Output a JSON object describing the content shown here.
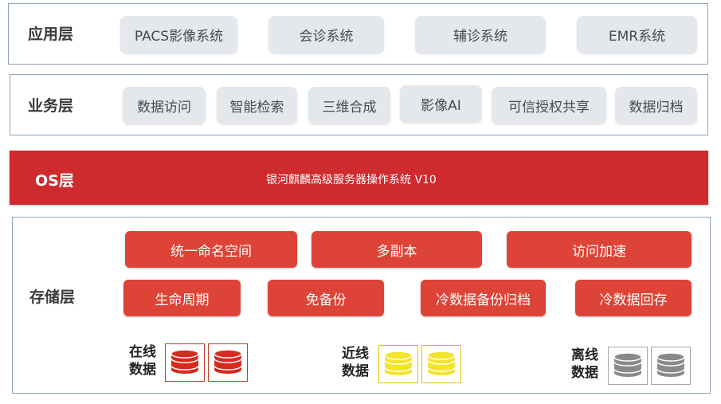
{
  "app_layer": {
    "title": "应用层",
    "items": [
      "PACS影像系统",
      "会诊系统",
      "辅诊系统",
      "EMR系统"
    ]
  },
  "business_layer": {
    "title": "业务层",
    "items": [
      "数据访问",
      "智能检索",
      "三维合成",
      "影像AI",
      "可信授权共享",
      "数据归档"
    ]
  },
  "os_layer": {
    "title": "OS层",
    "description": "银河麒麟高级服务器操作系统 V10"
  },
  "storage_layer": {
    "title": "存储层",
    "features_row1": [
      "统一命名空间",
      "多副本",
      "访问加速"
    ],
    "features_row2": [
      "生命周期",
      "免备份",
      "冷数据备份归档",
      "冷数据回存"
    ],
    "tiers": [
      {
        "label_line1": "在线",
        "label_line2": "数据",
        "color": "#d82a1f",
        "border": "#c0392b",
        "icon": "database-icon"
      },
      {
        "label_line1": "近线",
        "label_line2": "数据",
        "color": "#f2e42c",
        "border": "#e0c000",
        "icon": "database-icon"
      },
      {
        "label_line1": "离线",
        "label_line2": "数据",
        "color": "#8a8a8a",
        "border": "#a8a8a8",
        "icon": "database-icon"
      }
    ]
  }
}
